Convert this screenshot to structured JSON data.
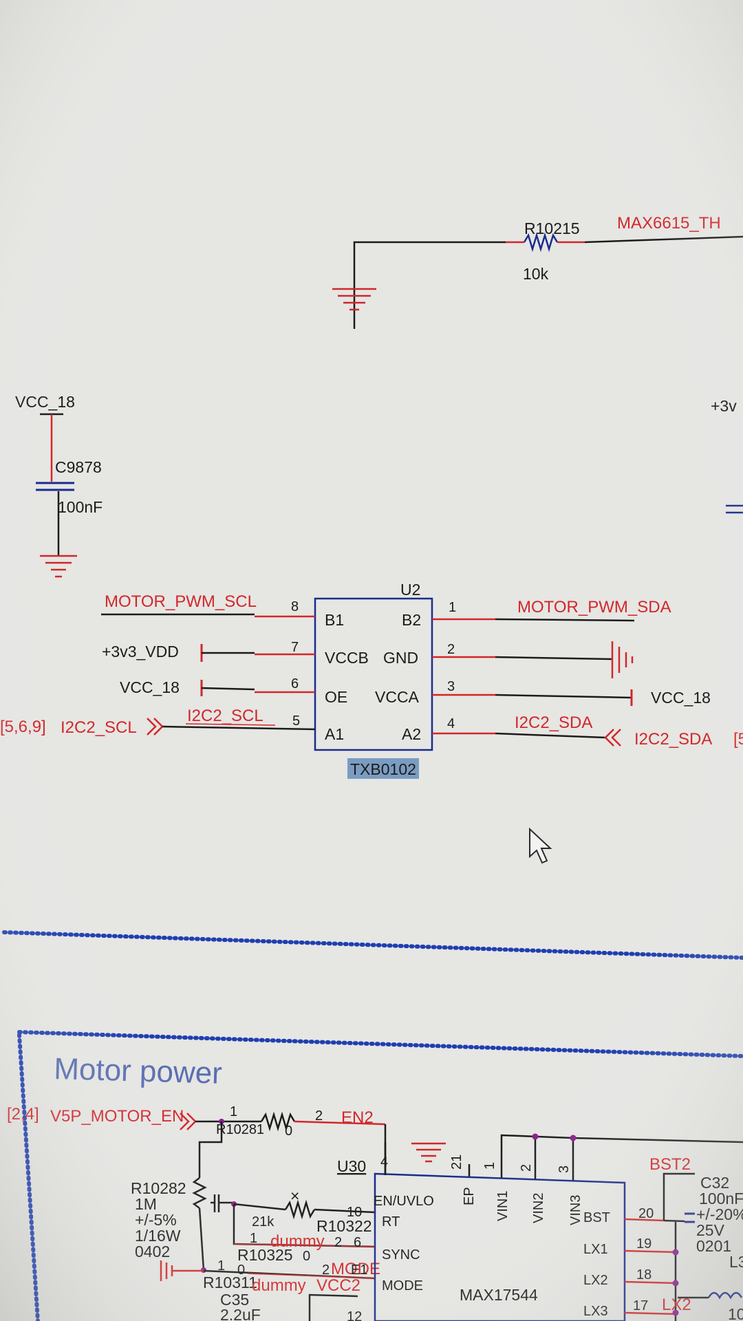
{
  "top_resistor": {
    "ref": "R10215",
    "value": "10k",
    "net": "MAX6615_TH"
  },
  "right_partial_label": "+3v",
  "cap_left": {
    "rail": "VCC_18",
    "ref": "C9878",
    "value": "100nF"
  },
  "u2": {
    "ref": "U2",
    "part": "TXB0102",
    "pins_left": [
      {
        "num": "8",
        "name": "B1",
        "net": "MOTOR_PWM_SCL"
      },
      {
        "num": "7",
        "name": "VCCB",
        "net": "+3v3_VDD"
      },
      {
        "num": "6",
        "name": "OE",
        "net": "VCC_18"
      },
      {
        "num": "5",
        "name": "A1",
        "net": "I2C2_SCL"
      }
    ],
    "pins_right": [
      {
        "num": "1",
        "name": "B2",
        "net": "MOTOR_PWM_SDA"
      },
      {
        "num": "2",
        "name": "GND",
        "net": ""
      },
      {
        "num": "3",
        "name": "VCCA",
        "net": "VCC_18"
      },
      {
        "num": "4",
        "name": "A2",
        "net": "I2C2_SDA"
      }
    ],
    "offpage_left": {
      "refs": "[5,6,9]",
      "net": "I2C2_SCL"
    },
    "offpage_right": {
      "net": "I2C2_SDA",
      "refs": "[5"
    }
  },
  "motor_section": {
    "title": "Motor power",
    "en_input": {
      "refs": "[2,4]",
      "net": "V5P_MOTOR_EN"
    },
    "r10281": {
      "ref": "R10281",
      "pin1": "1",
      "pin2": "2",
      "value": "0",
      "net": "EN2"
    },
    "r10282": {
      "ref": "R10282",
      "lines": [
        "1M",
        "+/-5%",
        "1/16W",
        "0402"
      ]
    },
    "r10322": {
      "ref": "R10322",
      "value": "21k",
      "pin": "10"
    },
    "r10325": {
      "ref": "R10325",
      "value": "0",
      "pin1": "1",
      "pin2": "2",
      "note": "dummy",
      "pin": "6"
    },
    "r10311": {
      "ref": "R10311",
      "value": "0",
      "pin1": "1",
      "pin2": "2",
      "note": "dummy",
      "net": "MODE",
      "vcc": "VCC2",
      "pin": "E1"
    },
    "c35": {
      "ref": "C35",
      "value": "2.2uF",
      "pin": "12"
    },
    "u30": {
      "ref": "U30",
      "part": "MAX17544",
      "top_pins": [
        {
          "num": "4",
          "name": "EN/UVLO"
        },
        {
          "num": "21",
          "name": "EP"
        },
        {
          "num": "1",
          "name": "VIN1"
        },
        {
          "num": "2",
          "name": "VIN2"
        },
        {
          "num": "3",
          "name": "VIN3"
        }
      ],
      "left_pins": [
        "RT",
        "SYNC",
        "MODE"
      ],
      "right_pins": [
        {
          "num": "20",
          "name": "BST"
        },
        {
          "num": "19",
          "name": "LX1"
        },
        {
          "num": "18",
          "name": "LX2"
        },
        {
          "num": "17",
          "name": "LX3"
        }
      ]
    },
    "bst_net": "BST2",
    "lx_net": "LX2",
    "c32": {
      "ref": "C32",
      "lines": [
        "100nF",
        "+/-20%",
        "25V",
        "0201"
      ]
    },
    "edge_labels": [
      "L3",
      "10"
    ]
  },
  "colors": {
    "background": "#e6e6e3",
    "net_label": "#d2272a",
    "symbol": "#1a2c8c",
    "wire": "#1b1b1b",
    "selection": "#7a9cc2"
  }
}
